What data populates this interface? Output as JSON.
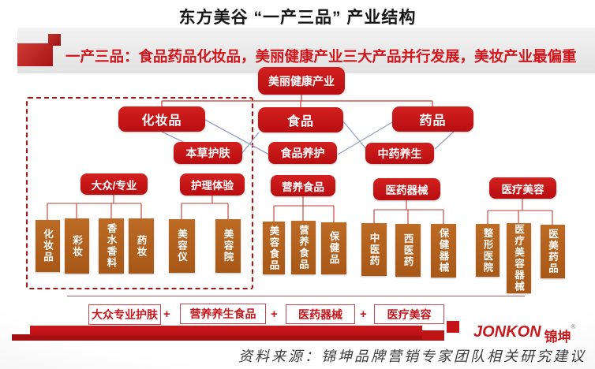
{
  "title": "东方美谷 “一产三品” 产业结构",
  "banner": "一产三品：食品药品化妆品，美丽健康产业三大产品并行发展，美妆产业最偏重",
  "tree": {
    "root": "美丽健康产业",
    "branches": [
      "化妆品",
      "食品",
      "药品"
    ],
    "sub_branches": [
      "本草护肤",
      "食品养护",
      "中药养生"
    ],
    "groups": [
      {
        "label": "大众/专业",
        "children": [
          "化妆品",
          "彩妆",
          "香水香料",
          "药妆"
        ]
      },
      {
        "label": "护理体验",
        "children": [
          "美容仪",
          "美容院"
        ]
      },
      {
        "label": "营养食品",
        "children": [
          "美容食品",
          "营养食品",
          "保健品"
        ]
      },
      {
        "label": "医药器械",
        "children": [
          "中医药",
          "西医药",
          "保健器械"
        ]
      },
      {
        "label": "医疗美容",
        "children": [
          "整形医院",
          "医疗美容器械",
          "医美药品"
        ]
      }
    ]
  },
  "summary": {
    "items": [
      "大众专业护肤",
      "营养养生食品",
      "医药器械",
      "医疗美容"
    ],
    "plus": "+"
  },
  "footer": {
    "logo_en": "JONKON",
    "logo_cn": "锦坤",
    "reg": "®",
    "source": "资料来源：锦坤品牌营销专家团队相关研究建议"
  },
  "colors": {
    "node_red": "#c2161a",
    "leaf_orange": "#b4611e",
    "accent_red": "#d2151b",
    "cross_line": "#98a0c4"
  }
}
